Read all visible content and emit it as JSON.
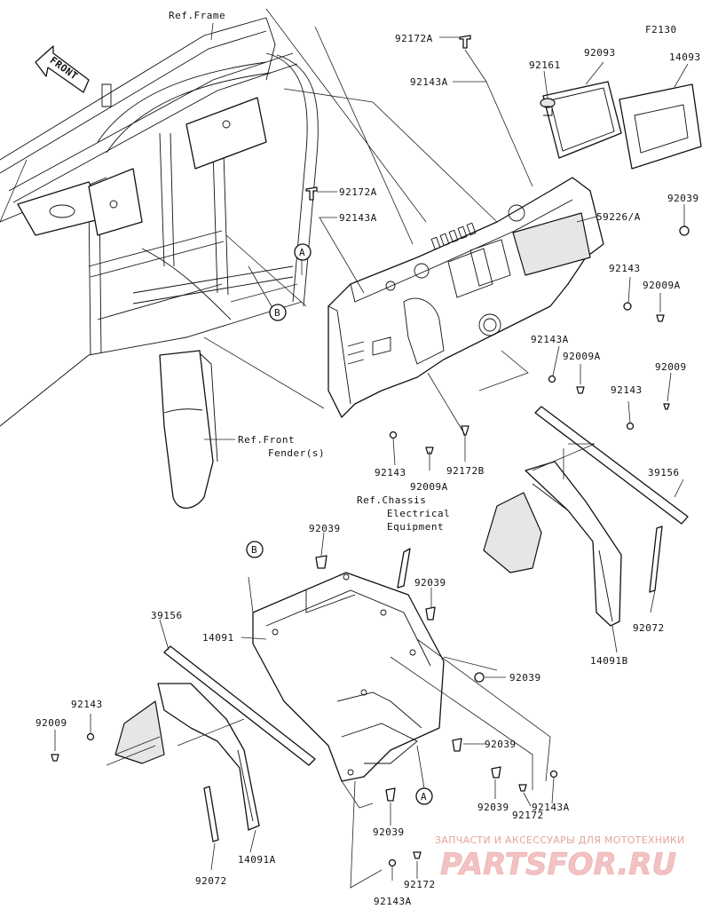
{
  "diagram_code": "F2130",
  "front_arrow": "FRONT",
  "callouts": {
    "A_upper": "A",
    "B_upper": "B",
    "B_lower": "B",
    "A_lower": "A"
  },
  "references": {
    "frame": "Ref.Frame",
    "front_fender_line1": "Ref.Front",
    "front_fender_line2": "Fender(s)",
    "chassis_line1": "Ref.Chassis",
    "chassis_line2": "Electrical",
    "chassis_line3": "Equipment"
  },
  "part_labels": {
    "p92172A_top": "92172A",
    "p92143A_top": "92143A",
    "p92161": "92161",
    "p92093": "92093",
    "p14093": "14093",
    "p92172A_mid": "92172A",
    "p92143A_mid": "92143A",
    "p92039_r": "92039",
    "p59226": "59226/A",
    "p92143_r": "92143",
    "p92009A_r": "92009A",
    "p92143A_r2": "92143A",
    "p92009A_r2": "92009A",
    "p92009_r3": "92009",
    "p92143_r3": "92143",
    "p92143_c": "92143",
    "p92009A_c": "92009A",
    "p92172B": "92172B",
    "p39156_r": "39156",
    "p92039_b1": "92039",
    "p92039_b2": "92039",
    "p14091": "14091",
    "p39156_l": "39156",
    "p92072_r": "92072",
    "p14091B": "14091B",
    "p92039_b3": "92039",
    "p92143_l": "92143",
    "p92009_l": "92009",
    "p92039_b4": "92039",
    "p92039_b5": "92039",
    "p92172_b": "92172",
    "p92143A_b": "92143A",
    "p92039_b6": "92039",
    "p92072_l": "92072",
    "p14091A": "14091A",
    "p92172_bb": "92172",
    "p92143A_bb": "92143A"
  },
  "watermark": {
    "line1": "ЗАПЧАСТИ И АКСЕССУАРЫ ДЛЯ МОТОТЕХНИКИ",
    "line2": "PARTSFOR.RU"
  }
}
